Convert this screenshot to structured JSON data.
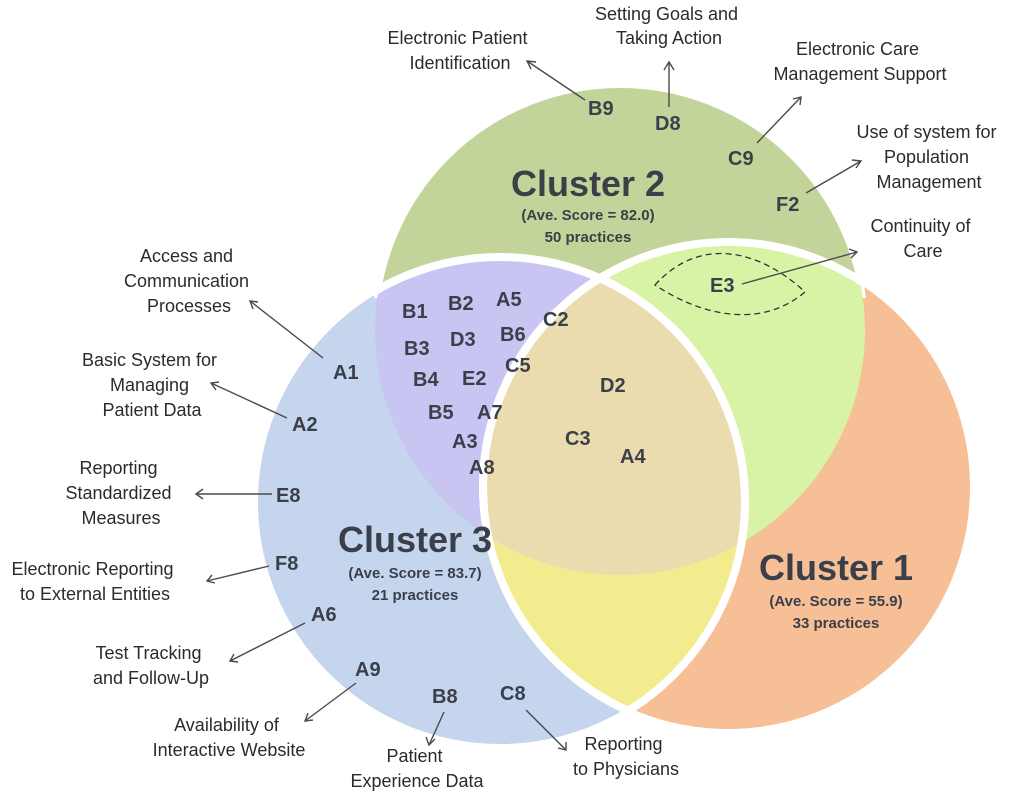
{
  "colors": {
    "cluster1": "#f6bf96",
    "cluster2": "#c3d49a",
    "cluster3": "#c5d5ee",
    "overlap_2_3": "#c9c5f2",
    "overlap_1_2": "#d9f3a6",
    "overlap_1_3": "#f2ec8f",
    "overlap_all": "#eadcaf",
    "text": "#3b3f4a"
  },
  "clusters": {
    "c1": {
      "title": "Cluster 1",
      "score": "(Ave. Score = 55.9)",
      "practices": "33 practices"
    },
    "c2": {
      "title": "Cluster 2",
      "score": "(Ave. Score = 82.0)",
      "practices": "50 practices"
    },
    "c3": {
      "title": "Cluster 3",
      "score": "(Ave. Score = 83.7)",
      "practices": "21 practices"
    }
  },
  "codes": {
    "cluster2_only": [
      "B9",
      "D8",
      "C9",
      "F2"
    ],
    "overlap_1_2": [
      "E3"
    ],
    "overlap_2_3": [
      "B1",
      "B2",
      "A5",
      "C2",
      "B3",
      "D3",
      "B6",
      "B4",
      "E2",
      "C5",
      "B5",
      "A7",
      "A3",
      "A8"
    ],
    "overlap_all": [
      "D2",
      "C3",
      "A4"
    ],
    "cluster3_only": [
      "A1",
      "A2",
      "E8",
      "F8",
      "A6",
      "A9",
      "B8",
      "C8"
    ]
  },
  "annotations": [
    {
      "code": "B9",
      "lines": [
        "Electronic Patient",
        "Identification"
      ]
    },
    {
      "code": "D8",
      "lines": [
        "Setting Goals and",
        "Taking Action"
      ]
    },
    {
      "code": "C9",
      "lines": [
        "Electronic Care",
        "Management Support"
      ]
    },
    {
      "code": "F2",
      "lines": [
        "Use of system for",
        "Population",
        "Management"
      ]
    },
    {
      "code": "E3",
      "lines": [
        "Continuity of",
        "Care"
      ]
    },
    {
      "code": "A1",
      "lines": [
        "Access and",
        "Communication",
        "Processes"
      ]
    },
    {
      "code": "A2",
      "lines": [
        "Basic System for",
        "Managing",
        "Patient Data"
      ]
    },
    {
      "code": "E8",
      "lines": [
        "Reporting",
        "Standardized",
        "Measures"
      ]
    },
    {
      "code": "F8",
      "lines": [
        "Electronic Reporting",
        "to External Entities"
      ]
    },
    {
      "code": "A6",
      "lines": [
        "Test Tracking",
        "and Follow-Up"
      ]
    },
    {
      "code": "A9",
      "lines": [
        "Availability of",
        "Interactive Website"
      ]
    },
    {
      "code": "B8",
      "lines": [
        "Patient",
        "Experience Data"
      ]
    },
    {
      "code": "C8",
      "lines": [
        "Reporting",
        "to Physicians"
      ]
    }
  ]
}
